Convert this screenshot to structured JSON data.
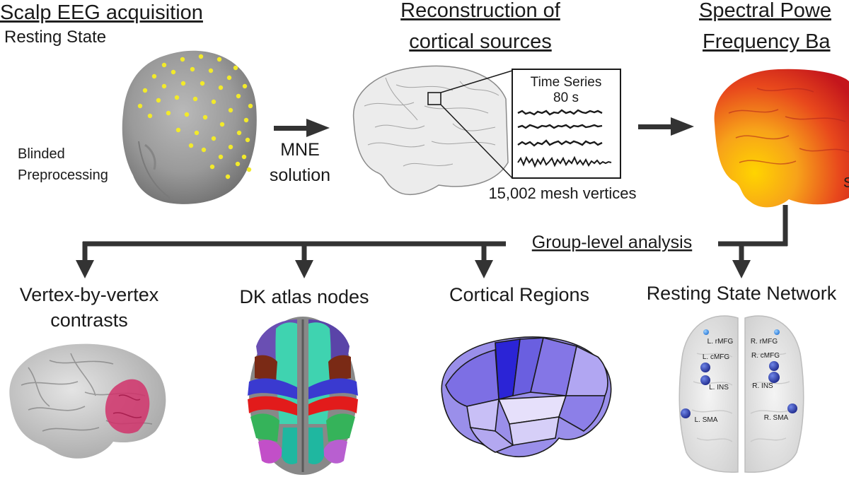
{
  "stage1": {
    "title": "Scalp EEG acquisition",
    "subtitle": "Resting State",
    "note_line1": "Blinded",
    "note_line2": "Preprocessing"
  },
  "stage2": {
    "arrow_label_line1": "MNE",
    "arrow_label_line2": "solution"
  },
  "stage3": {
    "title_line1": "Reconstruction of",
    "title_line2": "cortical sources",
    "inset_title": "Time Series",
    "inset_duration": "80 s",
    "caption": "15,002 mesh vertices"
  },
  "stage4": {
    "title_line1": "Spectral Powe",
    "title_line2": "Frequency Ba",
    "cutoff_char": "S"
  },
  "group": {
    "label": "Group-level analysis"
  },
  "outputs": {
    "vertex": {
      "line1": "Vertex-by-vertex",
      "line2": "contrasts"
    },
    "dk": {
      "label": "DK atlas nodes"
    },
    "regions": {
      "label": "Cortical Regions"
    },
    "networks": {
      "label": "Resting State Network",
      "nodes": [
        "L. rMFG",
        "R. rMFG",
        "L. cMFG",
        "R. cMFG",
        "L. INS",
        "R. INS",
        "L. SMA",
        "R. SMA"
      ]
    }
  },
  "colors": {
    "head": "#8f8f8f",
    "electrode": "#f2ea2a",
    "arrow": "#333333",
    "heat_hot": "#d91e1e",
    "heat_warm": "#ffcc00",
    "highlight": "#d1336b",
    "region_dark": "#3b2bd6",
    "node": "#2b3aa8"
  }
}
